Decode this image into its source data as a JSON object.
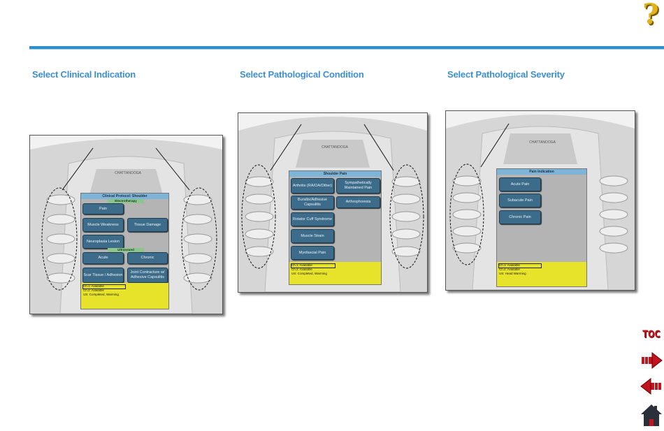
{
  "help": {
    "label": "?"
  },
  "steps": [
    {
      "title": "Select Clinical Indication"
    },
    {
      "title": "Select Pathological Condition"
    },
    {
      "title": "Select Pathological Severity"
    }
  ],
  "panel1": {
    "header": "Clinical Protocol: Shoulder",
    "sub1": "Electrotherapy",
    "sub2": "Ultrasound",
    "buttons": [
      "Pain",
      "Muscle Weakness",
      "Tissue Damage",
      "Neuroplasia Lesion",
      "Acute",
      "Chronic",
      "Scar Tissue / Adhesion",
      "Joint Contracture w/ Adhesive Capsulitis"
    ],
    "status": [
      "Ch.1: Available",
      "Ch.2: Available",
      "US:   Completed, Warming"
    ]
  },
  "panel2": {
    "header": "Shoulder Pain",
    "buttons": [
      "Arthritis (RA/OA/Other)",
      "Sympathetically Maintained Pain",
      "Bursitis/Adhesive Capsulitis",
      "Arthrophoresis",
      "Rotator Cuff Syndrome",
      "Muscle Strain",
      "Myofascial Pain"
    ],
    "status": [
      "Ch.1: Available",
      "Ch.2: Available",
      "US:   Completed, Warming"
    ]
  },
  "panel3": {
    "header": "Pain Indication",
    "buttons": [
      "Acute Pain",
      "Subacute Pain",
      "Chronic Pain"
    ],
    "status": [
      "Ch.1: Available",
      "Ch.2: Available",
      "US:   Head Warming"
    ]
  },
  "nav": {
    "toc_label": "TOC",
    "next_icon": "forward-arrow-icon",
    "prev_icon": "back-arrow-icon",
    "home_icon": "home-icon"
  },
  "colors": {
    "accent": "#3c8fd3",
    "nav_red": "#c0151f",
    "help_gold": "#e3b21b",
    "lcd_yellow": "#e7e32b",
    "soft_button": "#3d6c8b"
  }
}
